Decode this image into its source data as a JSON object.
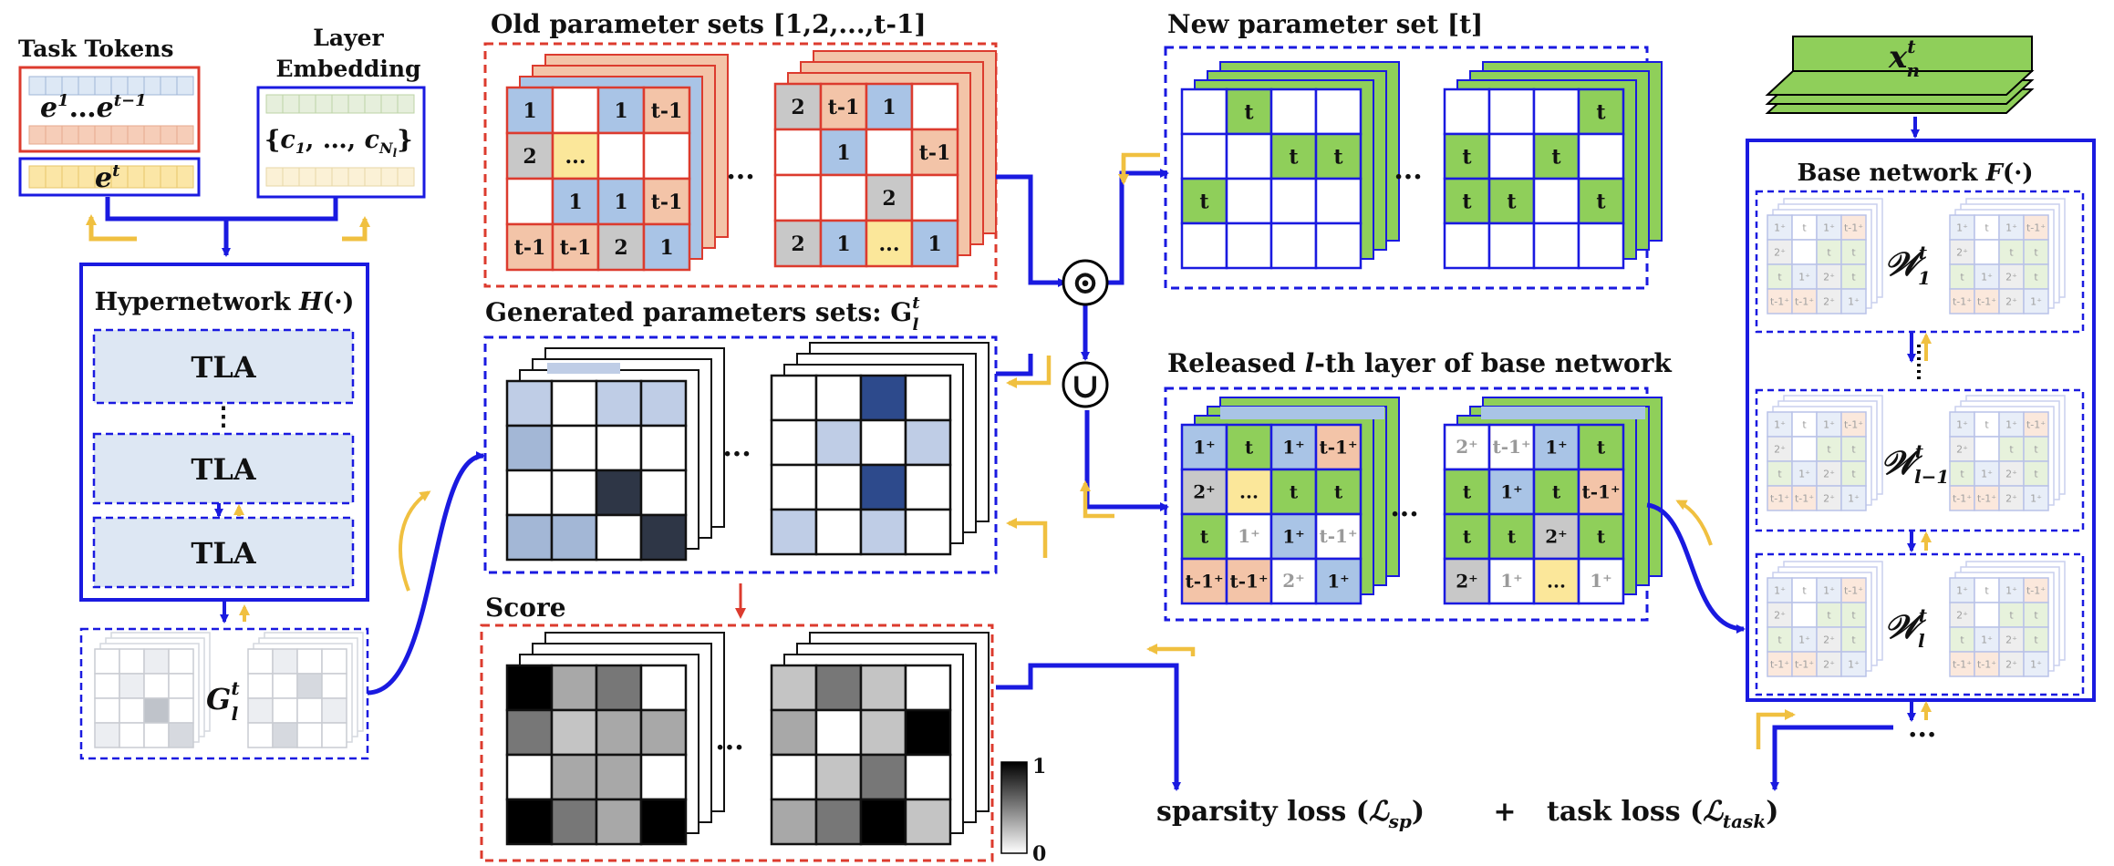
{
  "colors": {
    "blue_border": "#1a1ae0",
    "red_border": "#dc3b2e",
    "cell_blue": "#a9c4e6",
    "cell_green": "#8fcf5a",
    "cell_salmon": "#f3c4a8",
    "cell_gray": "#c8c8c8",
    "cell_yellow": "#fbe79a",
    "flow_arrow": "#1a1ae0",
    "feedback_arrow": "#f0c040"
  },
  "task_tokens": {
    "title": "Task Tokens",
    "old_tokens": "e¹…e^(t−1)",
    "old_tokens_base": "e",
    "old_tokens_sup1": "1",
    "old_tokens_mid": "…",
    "old_tokens_sup2": "t−1",
    "current_base": "e",
    "current_sup": "t"
  },
  "layer_embedding": {
    "title_line1": "Layer",
    "title_line2": "Embedding",
    "set_label": "{c₁, …, c_{N_l}}",
    "set_open": "{",
    "c1": "c",
    "c1_sub": "1",
    "dots": ", …, ",
    "cn": "c",
    "cn_sub": "N",
    "cn_subsub": "l",
    "set_close": "}"
  },
  "hypernetwork": {
    "title": "Hypernetwork H(·)",
    "title_text": "Hypernetwork ",
    "title_fn": "H",
    "title_arg": "(·)",
    "blocks": [
      "TLA",
      "TLA",
      "TLA"
    ],
    "vdots": "⋮"
  },
  "gl_small": {
    "base": "G",
    "sup": "t",
    "sub": "l"
  },
  "old_params": {
    "title": "Old parameter sets [1,2,...,t-1]",
    "dots": "...",
    "grid_a": [
      [
        "1",
        "",
        "1",
        "t-1"
      ],
      [
        "2",
        "...",
        "",
        ""
      ],
      [
        "",
        "1",
        "1",
        "t-1"
      ],
      [
        "t-1",
        "t-1",
        "2",
        "1"
      ]
    ],
    "grid_b": [
      [
        "2",
        "t-1",
        "1",
        ""
      ],
      [
        "",
        "1",
        "",
        "t-1"
      ],
      [
        "",
        "",
        "2",
        ""
      ],
      [
        "2",
        "1",
        "...",
        "1"
      ]
    ]
  },
  "generated_params": {
    "title": "Generated parameters sets: G",
    "title_sup": "t",
    "title_sub": "l",
    "dots": "..."
  },
  "score": {
    "title": "Score",
    "dots": "...",
    "colorbar_max": "1",
    "colorbar_min": "0"
  },
  "new_params": {
    "title": "New parameter set [t]",
    "dots": "...",
    "grid_a": [
      [
        "",
        "t",
        "",
        ""
      ],
      [
        "",
        "",
        "t",
        "t"
      ],
      [
        "t",
        "",
        "",
        ""
      ],
      [
        "",
        "",
        "",
        ""
      ]
    ],
    "grid_b": [
      [
        "",
        "",
        "",
        "t"
      ],
      [
        "t",
        "",
        "t",
        ""
      ],
      [
        "t",
        "t",
        "",
        "t"
      ],
      [
        "",
        "",
        "",
        ""
      ]
    ]
  },
  "operators": {
    "elementwise": "⊙",
    "union": "∪"
  },
  "released": {
    "title_pre": "Released ",
    "title_l": "l",
    "title_post": "-th layer of base network",
    "dots": "...",
    "grid_a": [
      [
        "1⁺",
        "t",
        "1⁺",
        "t-1⁺"
      ],
      [
        "2⁺",
        "...",
        "t",
        "t"
      ],
      [
        "t",
        "1⁺",
        "1⁺",
        "t-1⁺"
      ],
      [
        "t-1⁺",
        "t-1⁺",
        "2⁺",
        "1⁺"
      ]
    ],
    "grid_b": [
      [
        "2⁺",
        "t-1⁺",
        "1⁺",
        "t"
      ],
      [
        "t",
        "1⁺",
        "t",
        "t-1⁺"
      ],
      [
        "t",
        "t",
        "2⁺",
        "t"
      ],
      [
        "2⁺",
        "1⁺",
        "...",
        "1⁺"
      ]
    ]
  },
  "input": {
    "base": "x",
    "sup": "t",
    "sub": "n"
  },
  "base_network": {
    "title": "Base network F(·)",
    "title_text": "Base network ",
    "title_fn": "F",
    "title_arg": "(·)",
    "w1": {
      "base": "𝒲",
      "sup": "t",
      "sub": "1"
    },
    "wl1": {
      "base": "𝒲",
      "sup": "t",
      "sub": "l−1"
    },
    "wl": {
      "base": "𝒲",
      "sup": "t",
      "sub": "l"
    },
    "tail_dots": "...",
    "mini_labels": [
      "1⁺",
      "t",
      "1⁺",
      "t-1⁺",
      "2⁺",
      "",
      "t",
      "t",
      "t",
      "1⁺",
      "2⁺",
      "t",
      "t-1⁺",
      "t-1⁺",
      "2⁺",
      "1⁺"
    ]
  },
  "losses": {
    "sparsity_text": "sparsity loss (",
    "sparsity_sym": "ℒ",
    "sparsity_sub": "sp",
    "close": ")",
    "plus": "+",
    "task_text": "task loss (",
    "task_sym": "ℒ",
    "task_sub": "task"
  }
}
